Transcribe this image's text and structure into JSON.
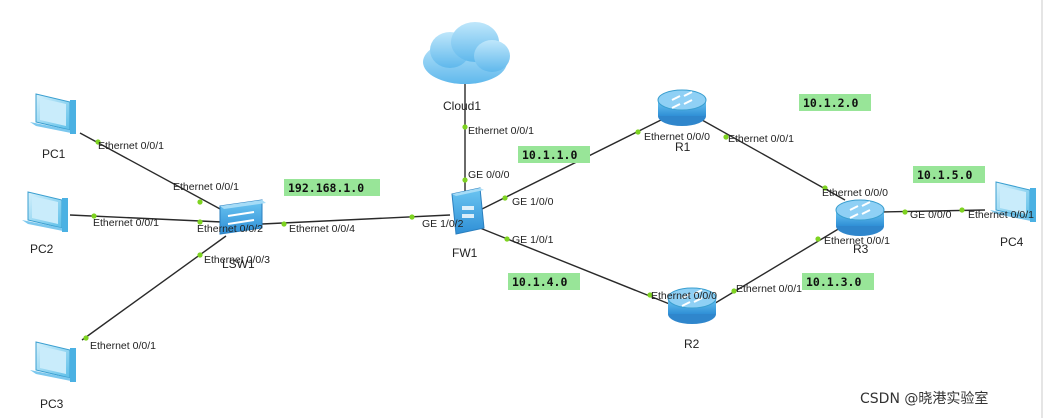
{
  "diagram": {
    "title": "",
    "nodes": [
      {
        "id": "pc1",
        "label": "PC1",
        "icon": "pc-icon"
      },
      {
        "id": "pc2",
        "label": "PC2",
        "icon": "pc-icon"
      },
      {
        "id": "pc3",
        "label": "PC3",
        "icon": "pc-icon"
      },
      {
        "id": "lsw1",
        "label": "LSW1",
        "icon": "switch-icon"
      },
      {
        "id": "fw1",
        "label": "FW1",
        "icon": "firewall-icon"
      },
      {
        "id": "cloud1",
        "label": "Cloud1",
        "icon": "cloud-icon"
      },
      {
        "id": "r1",
        "label": "R1",
        "icon": "router-icon"
      },
      {
        "id": "r2",
        "label": "R2",
        "icon": "router-icon"
      },
      {
        "id": "r3",
        "label": "R3",
        "icon": "router-icon"
      },
      {
        "id": "pc4",
        "label": "PC4",
        "icon": "pc-icon"
      }
    ],
    "links": [
      {
        "id": "pc1-lsw1",
        "a_port": "Ethernet 0/0/1",
        "b_port": "Ethernet 0/0/1"
      },
      {
        "id": "pc2-lsw1",
        "a_port": "Ethernet 0/0/1",
        "b_port": "Ethernet 0/0/2"
      },
      {
        "id": "pc3-lsw1",
        "a_port": "Ethernet 0/0/1",
        "b_port": "Ethernet 0/0/3"
      },
      {
        "id": "lsw1-fw1",
        "a_port": "Ethernet 0/0/4",
        "b_port": "GE 1/0/2"
      },
      {
        "id": "cloud1-fw1",
        "a_port": "Ethernet 0/0/1",
        "b_port": "GE 0/0/0"
      },
      {
        "id": "fw1-r1",
        "a_port": "GE 1/0/0",
        "b_port": "Ethernet 0/0/0"
      },
      {
        "id": "fw1-r2",
        "a_port": "GE 1/0/1",
        "b_port": "Ethernet 0/0/0"
      },
      {
        "id": "r1-r3",
        "a_port": "Ethernet 0/0/1",
        "b_port": "Ethernet 0/0/0"
      },
      {
        "id": "r2-r3",
        "a_port": "Ethernet 0/0/1",
        "b_port": "Ethernet 0/0/1"
      },
      {
        "id": "r3-pc4",
        "a_port": "GE 0/0/0",
        "b_port": "Ethernet 0/0/1"
      }
    ],
    "networks": [
      {
        "id": "lan",
        "text": "192.168.1.0"
      },
      {
        "id": "fw-r1",
        "text": "10.1.1.0"
      },
      {
        "id": "r1-r3",
        "text": "10.1.2.0"
      },
      {
        "id": "r3-pc4",
        "text": "10.1.5.0"
      },
      {
        "id": "fw-r2",
        "text": "10.1.4.0"
      },
      {
        "id": "r2-r3",
        "text": "10.1.3.0"
      }
    ]
  },
  "colors": {
    "network_label_bg": "#98e598",
    "port_dot": "#7ed321",
    "device_blue": "#3fa9e8",
    "pc_blue": "#7fd0f2",
    "cloud_blue": "#8fd3f7"
  },
  "watermark": "CSDN @晓港实验室"
}
